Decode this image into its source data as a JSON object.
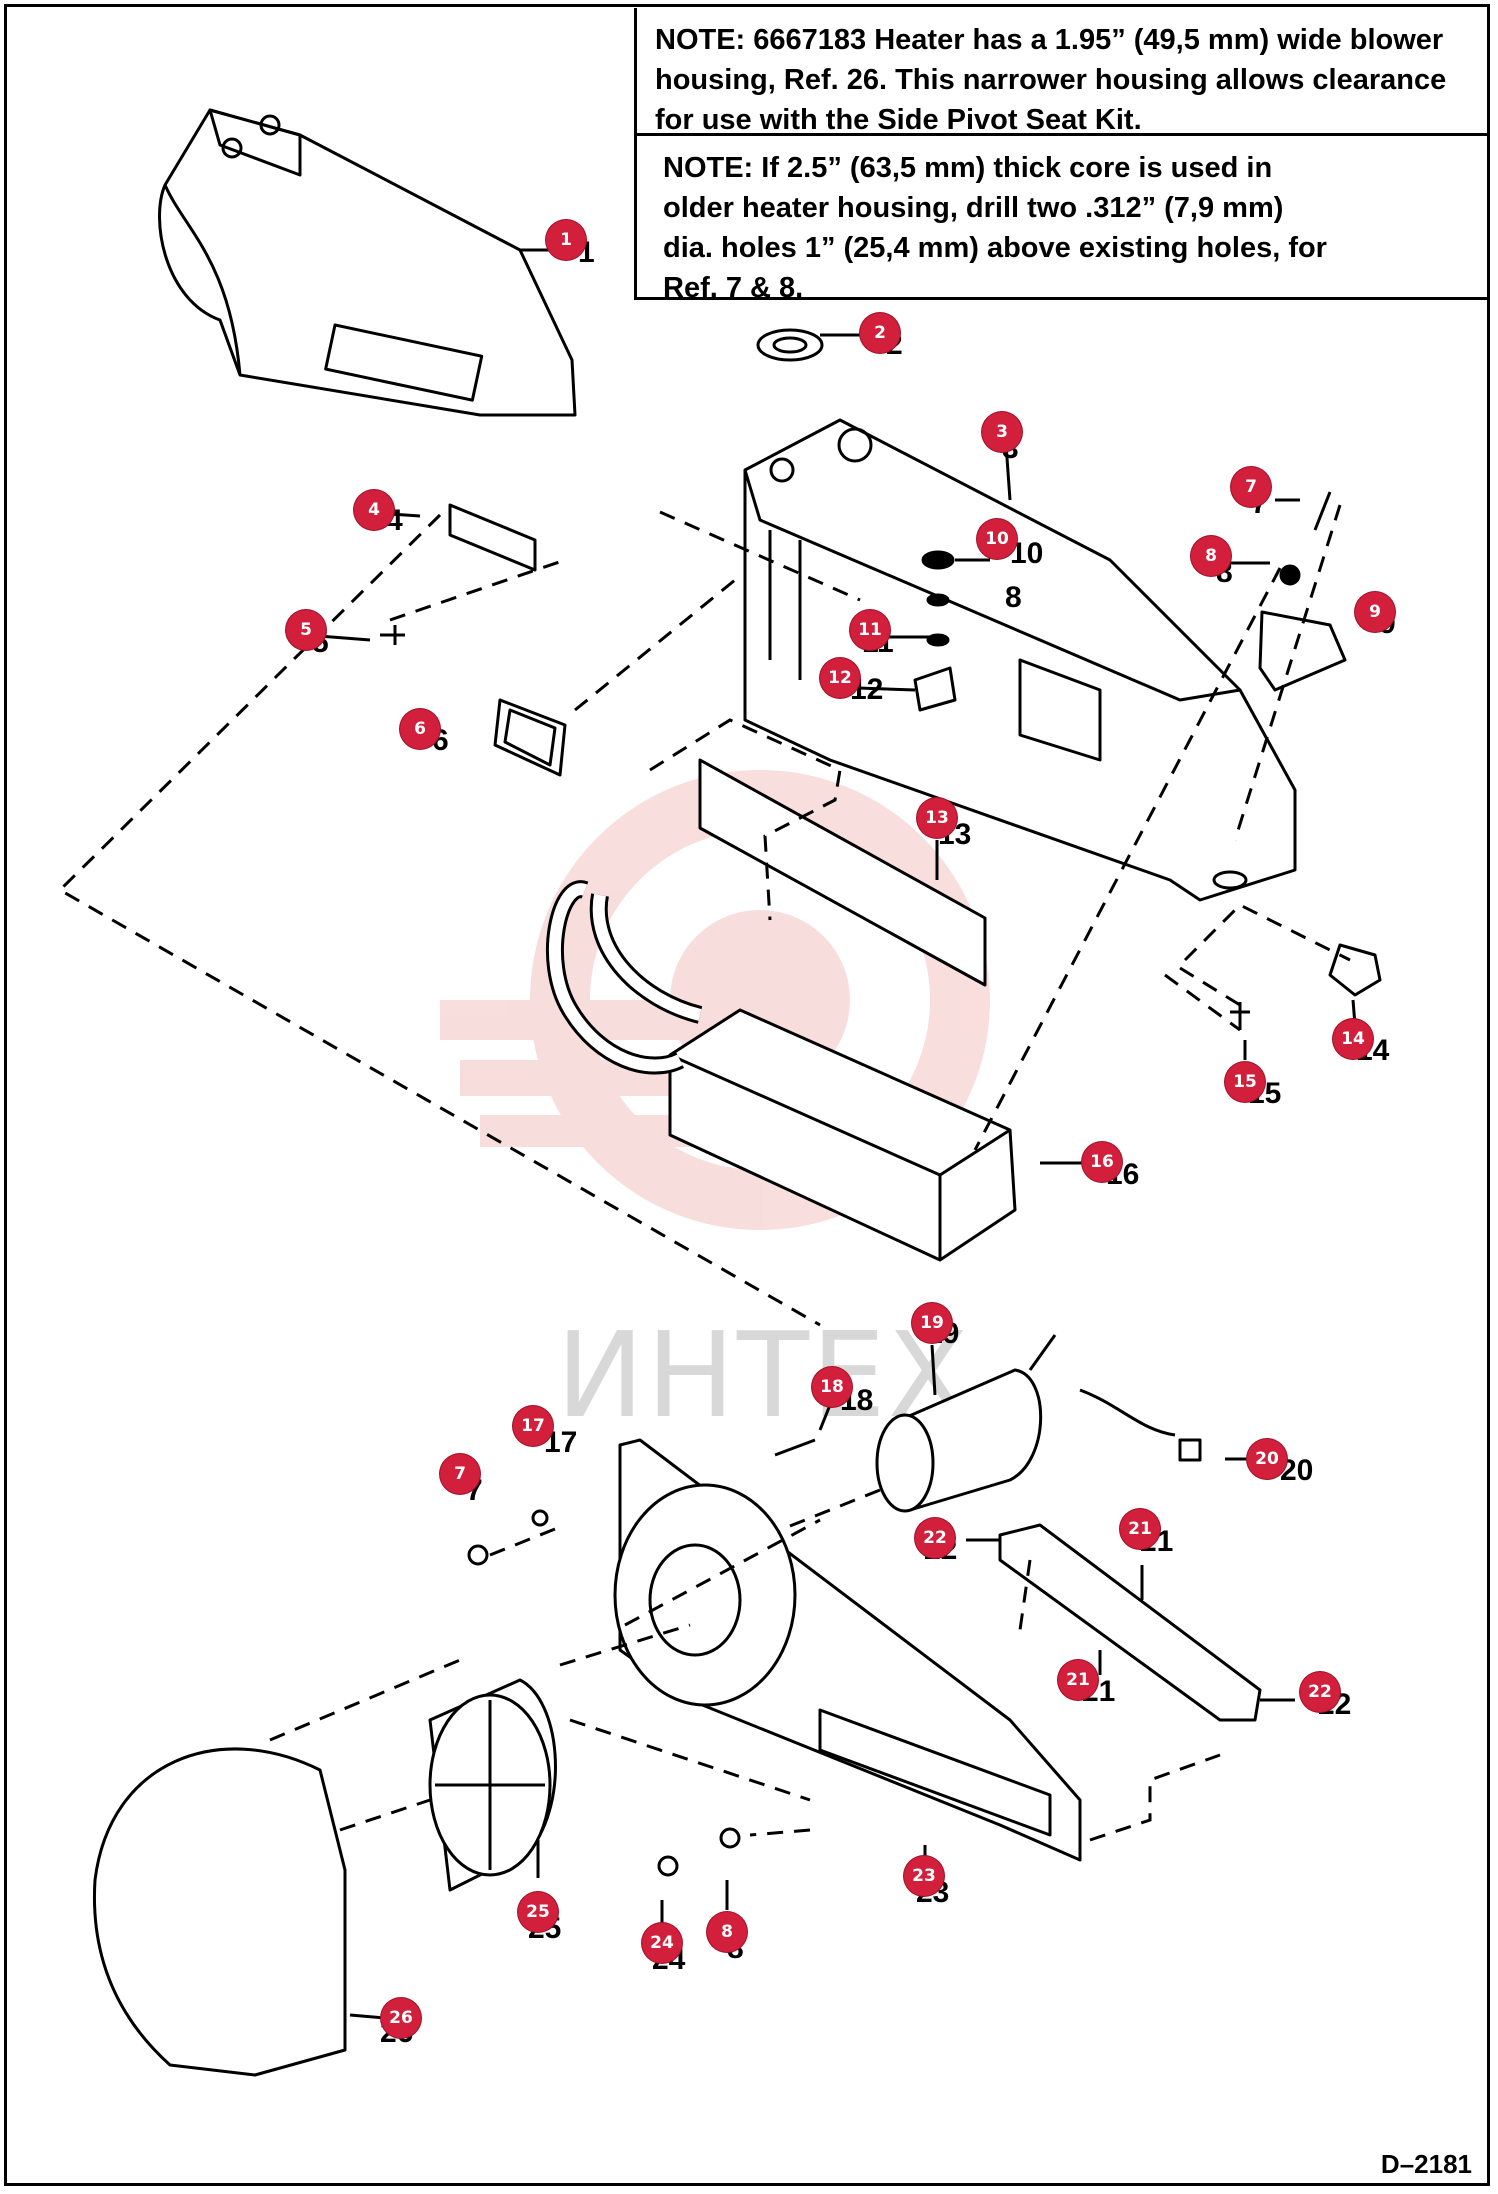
{
  "notes": [
    {
      "lines": [
        "NOTE: 6667183 Heater has a 1.95” (49,5 mm) wide blower",
        "housing, Ref. 26. This narrower housing allows clearance",
        "for use with the Side Pivot Seat Kit."
      ]
    },
    {
      "lines": [
        "NOTE: If 2.5” (63,5 mm) thick core is used in",
        "older heater housing, drill two .312” (7,9 mm)",
        "dia. holes 1” (25,4 mm) above existing holes, for",
        "Ref. 7 & 8."
      ]
    }
  ],
  "drawing_code": "D–2181",
  "watermark": "ИНТЕХ",
  "callout_color": "#d21f3c",
  "callouts": [
    "1",
    "2",
    "3",
    "4",
    "5",
    "6",
    "7",
    "8",
    "9",
    "10",
    "11",
    "12",
    "13",
    "14",
    "15",
    "16",
    "19",
    "18",
    "17",
    "7",
    "20",
    "22",
    "21",
    "21",
    "22",
    "25",
    "8",
    "24",
    "23",
    "26"
  ],
  "part_labels": [
    "1",
    "2",
    "3",
    "4",
    "5",
    "6",
    "7",
    "8",
    "9",
    "10",
    "8",
    "11",
    "12",
    "13",
    "14",
    "15",
    "16",
    "19",
    "18",
    "17",
    "7",
    "20",
    "22",
    "21",
    "21",
    "22",
    "25",
    "8",
    "24",
    "23",
    "26"
  ]
}
